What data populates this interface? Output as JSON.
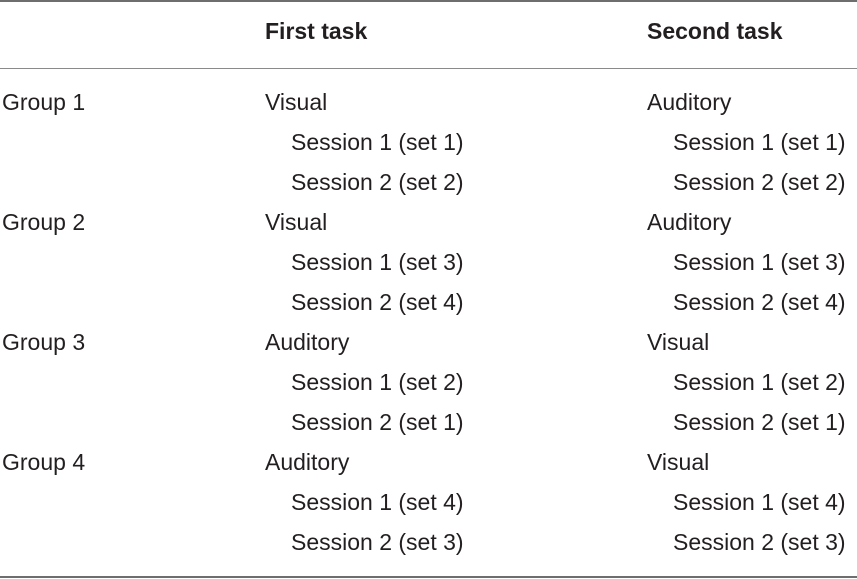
{
  "table": {
    "headers": {
      "group": "",
      "first_task": "First task",
      "second_task": "Second task"
    },
    "groups": [
      {
        "label": "Group 1",
        "first": {
          "modality": "Visual",
          "sessions": [
            "Session 1 (set 1)",
            "Session 2 (set 2)"
          ]
        },
        "second": {
          "modality": "Auditory",
          "sessions": [
            "Session 1 (set 1)",
            "Session 2 (set 2)"
          ]
        }
      },
      {
        "label": "Group 2",
        "first": {
          "modality": "Visual",
          "sessions": [
            "Session 1 (set 3)",
            "Session 2 (set 4)"
          ]
        },
        "second": {
          "modality": "Auditory",
          "sessions": [
            "Session 1 (set 3)",
            "Session 2 (set 4)"
          ]
        }
      },
      {
        "label": "Group 3",
        "first": {
          "modality": "Auditory",
          "sessions": [
            "Session 1 (set 2)",
            "Session 2 (set 1)"
          ]
        },
        "second": {
          "modality": "Visual",
          "sessions": [
            "Session 1 (set 2)",
            "Session 2 (set 1)"
          ]
        }
      },
      {
        "label": "Group 4",
        "first": {
          "modality": "Auditory",
          "sessions": [
            "Session 1 (set 4)",
            "Session 2 (set 3)"
          ]
        },
        "second": {
          "modality": "Visual",
          "sessions": [
            "Session 1 (set 4)",
            "Session 2 (set 3)"
          ]
        }
      }
    ]
  }
}
